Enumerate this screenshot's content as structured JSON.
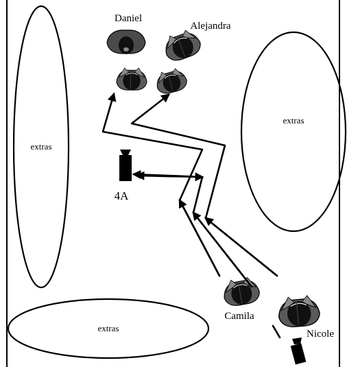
{
  "diagram": {
    "regions": {
      "left_extras": "extras",
      "right_extras": "extras",
      "bottom_extras": "extras"
    },
    "camera": {
      "label": "4A"
    },
    "people": {
      "daniel": "Daniel",
      "alejandra": "Alejandra",
      "camila": "Camila",
      "nicole": "Nicole"
    }
  }
}
